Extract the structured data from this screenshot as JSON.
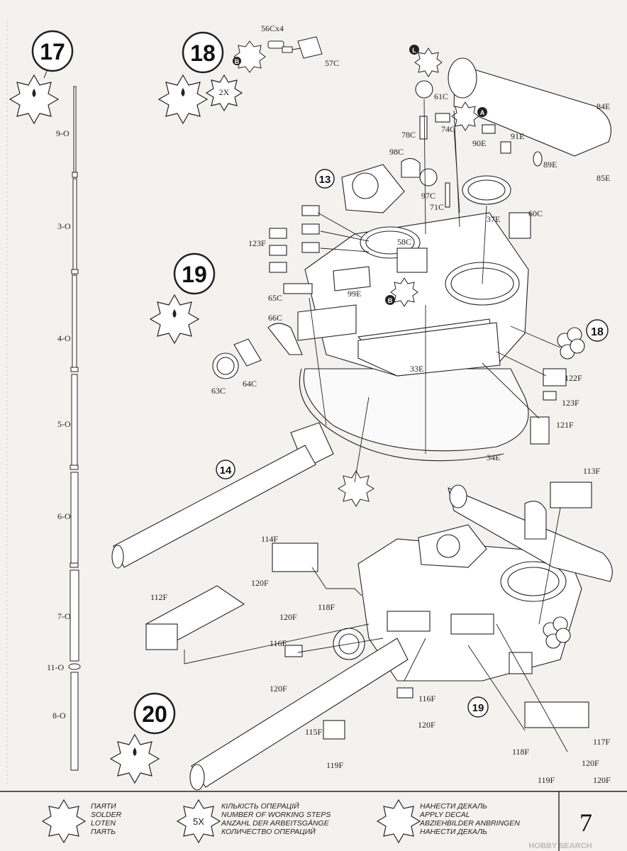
{
  "steps": {
    "s17": "17",
    "s18": "18",
    "s19": "19",
    "s20": "20",
    "s18_mult": "2X",
    "ref13": "13",
    "ref14": "14",
    "ref18": "18",
    "ref19": "19"
  },
  "antenna_parts": [
    "9-O",
    "3-O",
    "4-O",
    "5-O",
    "6-O",
    "7-O",
    "11-O",
    "8-O"
  ],
  "parts": {
    "p56C": "56Cx4",
    "p57C": "57C",
    "p61C": "61C",
    "p74C": "74C",
    "p78C": "78C",
    "p84E": "84E",
    "p85E": "85E",
    "p90E": "90E",
    "p91E": "91E",
    "p89E": "89E",
    "p98C": "98C",
    "p97C": "97C",
    "p71C": "71C",
    "p37E": "37E",
    "p60C": "60C",
    "p58C": "58C",
    "p123F": "123F",
    "p65C": "65C",
    "p99E": "99E",
    "p66C": "66C",
    "p63C": "63C",
    "p64C": "64C",
    "p33E": "33E",
    "p122F": "122F",
    "p123Fb": "123F",
    "p121F": "121F",
    "p34E": "34E",
    "p113F": "113F",
    "p114F": "114F",
    "p120Fa": "120F",
    "p118Fa": "118F",
    "p120Fb": "120F",
    "p112F": "112F",
    "p116Fa": "116F",
    "p120Fc": "120F",
    "p116Fb": "116F",
    "p120Fd": "120F",
    "p115F": "115F",
    "p119Fa": "119F",
    "p117F": "117F",
    "p118Fb": "118F",
    "p120Fe": "120F",
    "p119Fb": "119F",
    "p120Ff": "120F"
  },
  "markers": {
    "L": "L",
    "A": "A",
    "B1": "B",
    "B2": "B"
  },
  "legend": {
    "solder": [
      "ПАЯТИ",
      "SOLDER",
      "LOTEN",
      "ПАЯТЬ"
    ],
    "steps": [
      "КІЛЬКІСТЬ ОПЕРАЦІЙ",
      "NUMBER OF WORKING STEPS",
      "ANZAHL DER ARBEITSGÄNGE",
      "КОЛИЧЕСТВО ОПЕРАЦИЙ"
    ],
    "steps_icon": "5X",
    "decal": [
      "НАНЕСТИ ДЕКАЛЬ",
      "APPLY DECAL",
      "ABZIEHBILDER ANBRINGEN",
      "НАНЕСТИ ДЕКАЛЬ"
    ]
  },
  "page_number": "7",
  "watermark": "HOBBY SEARCH"
}
